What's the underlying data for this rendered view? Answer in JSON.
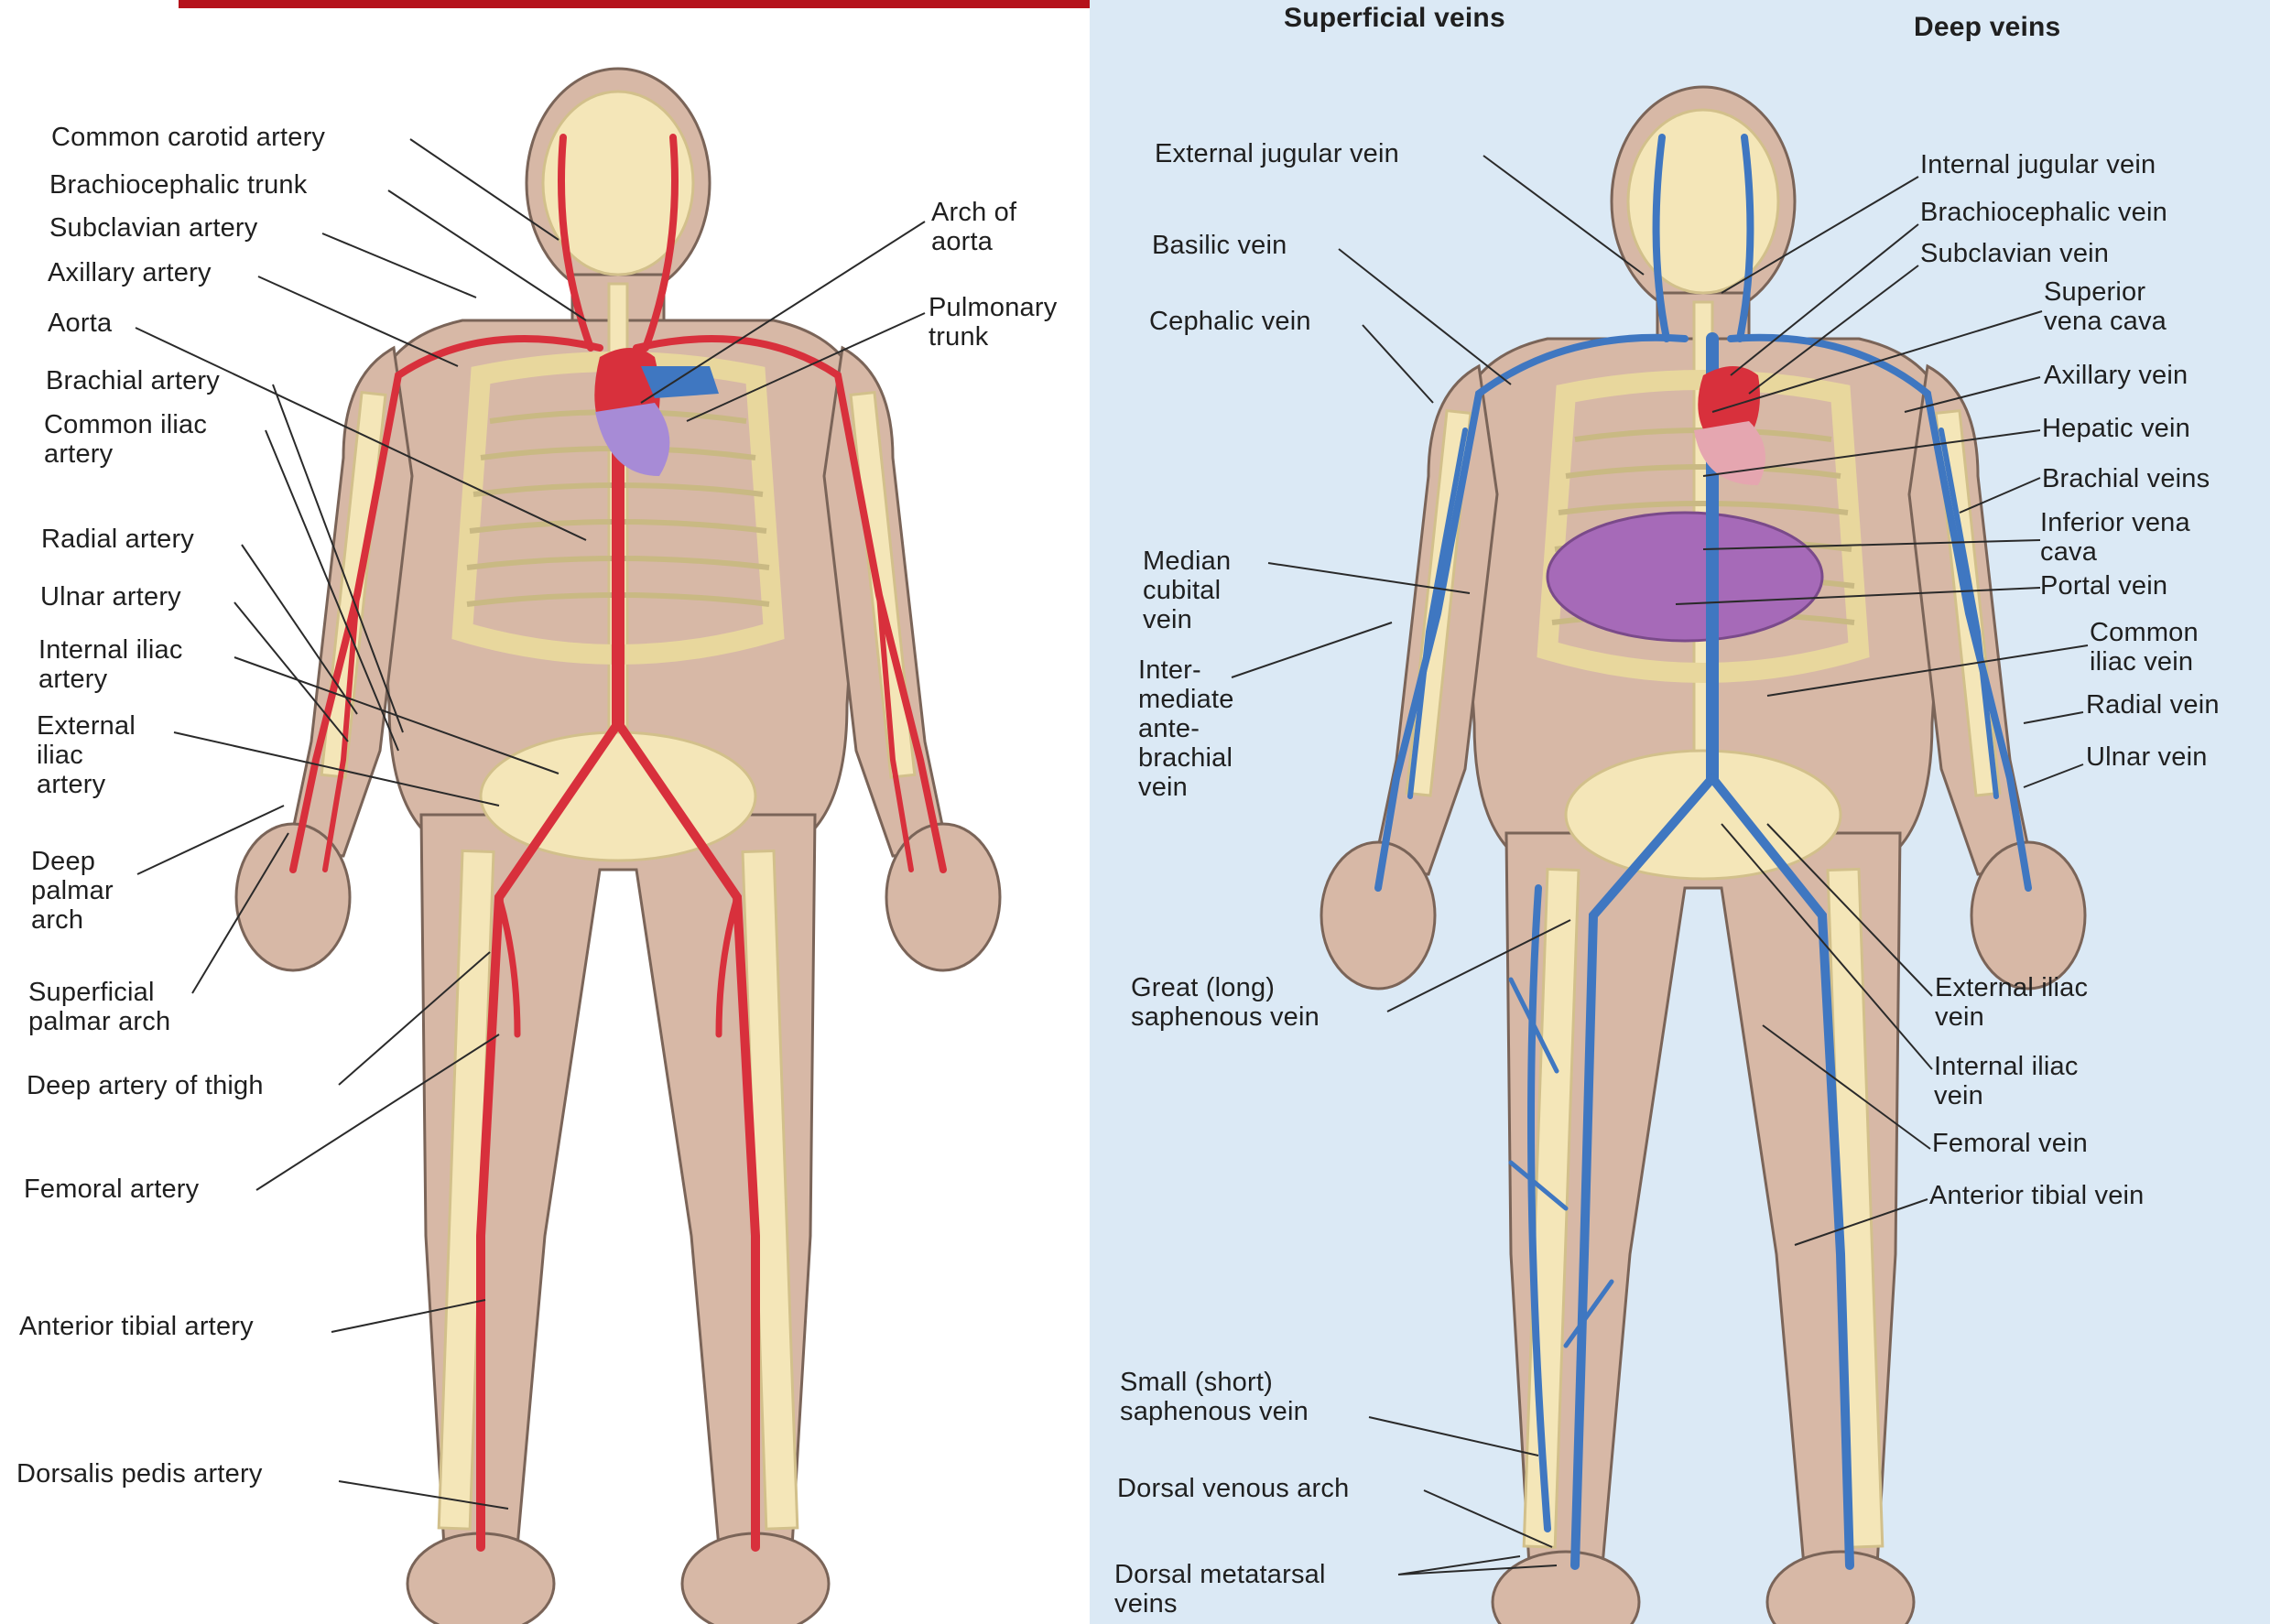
{
  "colors": {
    "accent_bar": "#b5121b",
    "artery": "#d8303c",
    "vein": "#3f77c1",
    "bone": "#f4e6b8",
    "skin": "#d7b8a6",
    "right_panel_bg": "#dbe9f5"
  },
  "arteries_figure": {
    "labels_left": [
      {
        "id": "common-carotid",
        "text": "Common carotid artery"
      },
      {
        "id": "brachiocephalic-trunk",
        "text": "Brachiocephalic trunk"
      },
      {
        "id": "subclavian-artery",
        "text": "Subclavian artery"
      },
      {
        "id": "axillary-artery",
        "text": "Axillary artery"
      },
      {
        "id": "aorta",
        "text": "Aorta"
      },
      {
        "id": "brachial-artery",
        "text": "Brachial artery"
      },
      {
        "id": "common-iliac-artery",
        "text": "Common iliac\nartery"
      },
      {
        "id": "radial-artery",
        "text": "Radial artery"
      },
      {
        "id": "ulnar-artery",
        "text": "Ulnar artery"
      },
      {
        "id": "internal-iliac-artery",
        "text": "Internal iliac\nartery"
      },
      {
        "id": "external-iliac-artery",
        "text": "External\niliac\nartery"
      },
      {
        "id": "deep-palmar-arch",
        "text": "Deep\npalmar\narch"
      },
      {
        "id": "superficial-palmar-arch",
        "text": "Superficial\npalmar arch"
      },
      {
        "id": "deep-artery-of-thigh",
        "text": "Deep artery of thigh"
      },
      {
        "id": "femoral-artery",
        "text": "Femoral artery"
      },
      {
        "id": "anterior-tibial-artery",
        "text": "Anterior tibial artery"
      },
      {
        "id": "dorsalis-pedis-artery",
        "text": "Dorsalis pedis artery"
      }
    ],
    "labels_right": [
      {
        "id": "arch-of-aorta",
        "text": "Arch of\naorta"
      },
      {
        "id": "pulmonary-trunk",
        "text": "Pulmonary\ntrunk"
      }
    ]
  },
  "veins_figure": {
    "headers": {
      "superficial": "Superficial veins",
      "deep": "Deep veins"
    },
    "labels_left": [
      {
        "id": "external-jugular-vein",
        "text": "External jugular vein"
      },
      {
        "id": "basilic-vein",
        "text": "Basilic vein"
      },
      {
        "id": "cephalic-vein",
        "text": "Cephalic vein"
      },
      {
        "id": "median-cubital-vein",
        "text": "Median\ncubital\nvein"
      },
      {
        "id": "intermediate-antebrachial-vein",
        "text": "Inter-\nmediate\nante-\nbrachial\nvein"
      },
      {
        "id": "great-saphenous-vein",
        "text": "Great (long)\nsaphenous vein"
      },
      {
        "id": "small-saphenous-vein",
        "text": "Small (short)\nsaphenous vein"
      },
      {
        "id": "dorsal-venous-arch",
        "text": "Dorsal venous arch"
      },
      {
        "id": "dorsal-metatarsal-veins",
        "text": "Dorsal metatarsal\nveins"
      }
    ],
    "labels_right": [
      {
        "id": "internal-jugular-vein",
        "text": "Internal jugular vein"
      },
      {
        "id": "brachiocephalic-vein",
        "text": "Brachiocephalic vein"
      },
      {
        "id": "subclavian-vein",
        "text": "Subclavian vein"
      },
      {
        "id": "superior-vena-cava",
        "text": "Superior\nvena cava"
      },
      {
        "id": "axillary-vein",
        "text": "Axillary vein"
      },
      {
        "id": "hepatic-vein",
        "text": "Hepatic vein"
      },
      {
        "id": "brachial-veins",
        "text": "Brachial veins"
      },
      {
        "id": "inferior-vena-cava",
        "text": "Inferior vena\ncava"
      },
      {
        "id": "portal-vein",
        "text": "Portal vein"
      },
      {
        "id": "common-iliac-vein",
        "text": "Common\niliac vein"
      },
      {
        "id": "radial-vein",
        "text": "Radial vein"
      },
      {
        "id": "ulnar-vein",
        "text": "Ulnar vein"
      },
      {
        "id": "external-iliac-vein",
        "text": "External iliac\nvein"
      },
      {
        "id": "internal-iliac-vein",
        "text": "Internal iliac\nvein"
      },
      {
        "id": "femoral-vein",
        "text": "Femoral vein"
      },
      {
        "id": "anterior-tibial-vein",
        "text": "Anterior tibial vein"
      }
    ]
  }
}
